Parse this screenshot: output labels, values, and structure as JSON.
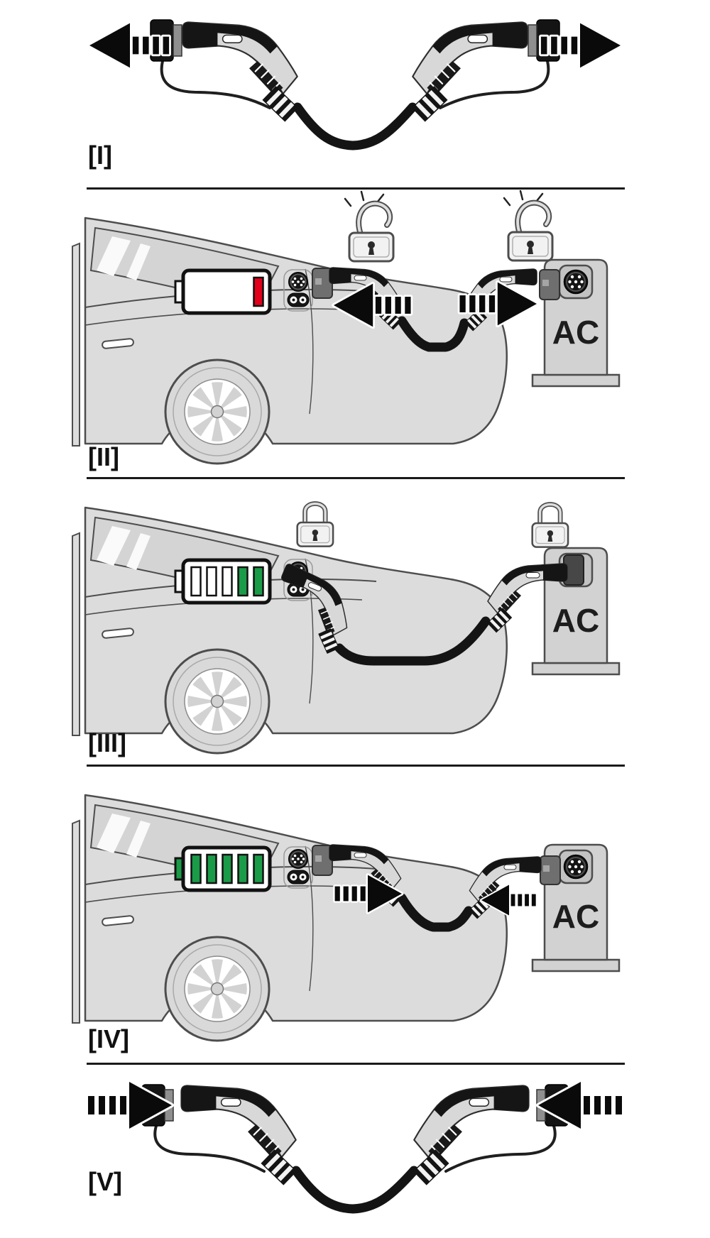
{
  "figure": {
    "type": "instruction-diagram",
    "subject": "EV charging cable: remove caps, plug in, locked charging, unplug when full, refit caps",
    "background_color": "#ffffff",
    "colors": {
      "car_body": "#dcdcdc",
      "outline": "#4d4d4d",
      "station_body": "#d2d2d2",
      "plug_body": "#d8d8d8",
      "plug_dark": "#151515",
      "arrow": "#0a0a0a",
      "battery_red": "#e2001a",
      "battery_green": "#1a9b48",
      "label_text": "#111111"
    },
    "panels": [
      {
        "id": "I",
        "label": "[I]",
        "scene": "charging cable with protective end caps, arrows pulling both caps outward"
      },
      {
        "id": "II",
        "label": "[II]",
        "scene": "insert plugs into car inlet and AC charging station",
        "station_label": "AC",
        "locks": "unlocked-flashing",
        "battery": {
          "total": 5,
          "filled": 1,
          "fill_color": "#e2001a",
          "empty_outline": false,
          "nub_color": "#ffffff"
        }
      },
      {
        "id": "III",
        "label": "[III]",
        "scene": "plugs connected and locked, charging in progress",
        "station_label": "AC",
        "locks": "locked",
        "battery": {
          "total": 5,
          "filled": 2,
          "fill_color": "#1a9b48",
          "empty_outline": true,
          "nub_color": "#ffffff"
        }
      },
      {
        "id": "IV",
        "label": "[IV]",
        "scene": "battery full, pull plugs out of car and station",
        "station_label": "AC",
        "locks": "none",
        "battery": {
          "total": 5,
          "filled": 5,
          "fill_color": "#1a9b48",
          "empty_outline": true,
          "nub_color": "#1a9b48"
        }
      },
      {
        "id": "V",
        "label": "[V]",
        "scene": "push protective end caps back onto both plugs"
      }
    ]
  }
}
